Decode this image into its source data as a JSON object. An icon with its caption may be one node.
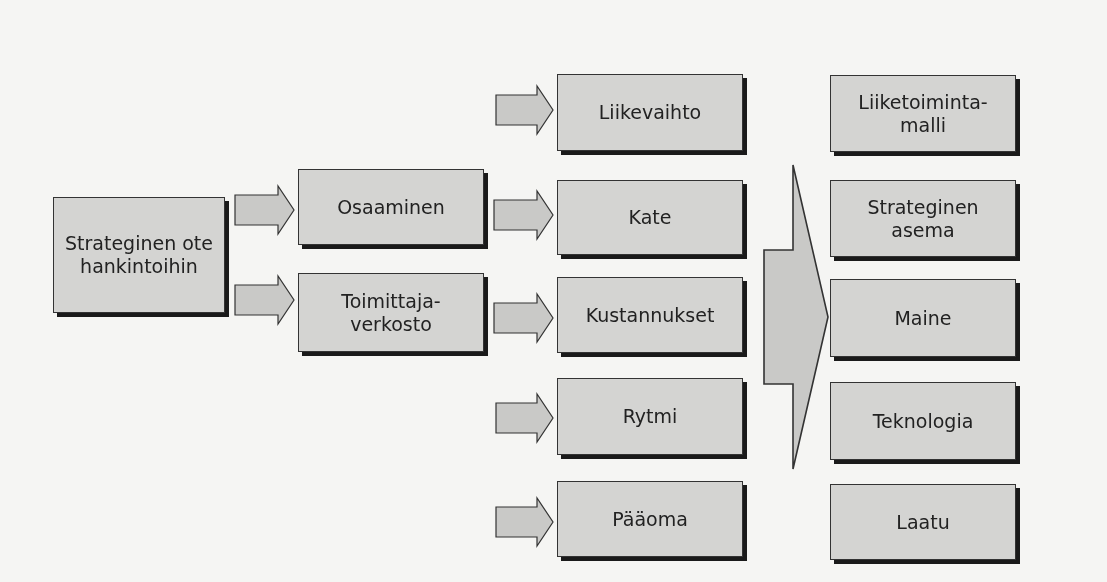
{
  "diagram": {
    "nodes": [
      {
        "text": [
          "Strateginen ote hankintoihin"
        ]
      },
      {
        "text": [
          "Osaaminen"
        ]
      },
      {
        "text": [
          "Toimittaja- verkosto"
        ]
      },
      {
        "text": [
          "Liikevaihto"
        ]
      },
      {
        "text": [
          "Kate"
        ]
      },
      {
        "text": [
          "Kustannukset"
        ]
      },
      {
        "text": [
          "Rytmi"
        ]
      },
      {
        "text": [
          "Pääoma"
        ]
      },
      {
        "text": [
          "Liiketoiminta- malli"
        ]
      },
      {
        "text": [
          "Strateginen asema"
        ]
      },
      {
        "text": [
          "Maine"
        ]
      },
      {
        "text": [
          "Teknologia"
        ]
      },
      {
        "text": [
          "Laatu"
        ]
      }
    ],
    "edges": [
      {
        "from": 0,
        "to": 1,
        "arrow": "to"
      },
      {
        "from": 0,
        "to": 2,
        "arrow": "to"
      },
      {
        "from": null,
        "to": 3,
        "arrow": "to"
      },
      {
        "from": 1,
        "to": 4,
        "arrow": "to"
      },
      {
        "from": 2,
        "to": 5,
        "arrow": "to"
      },
      {
        "from": null,
        "to": 6,
        "arrow": "to"
      },
      {
        "from": null,
        "to": 7,
        "arrow": "to"
      },
      {
        "from": 5,
        "to": 10,
        "arrow": "to",
        "style": "thick"
      }
    ]
  }
}
